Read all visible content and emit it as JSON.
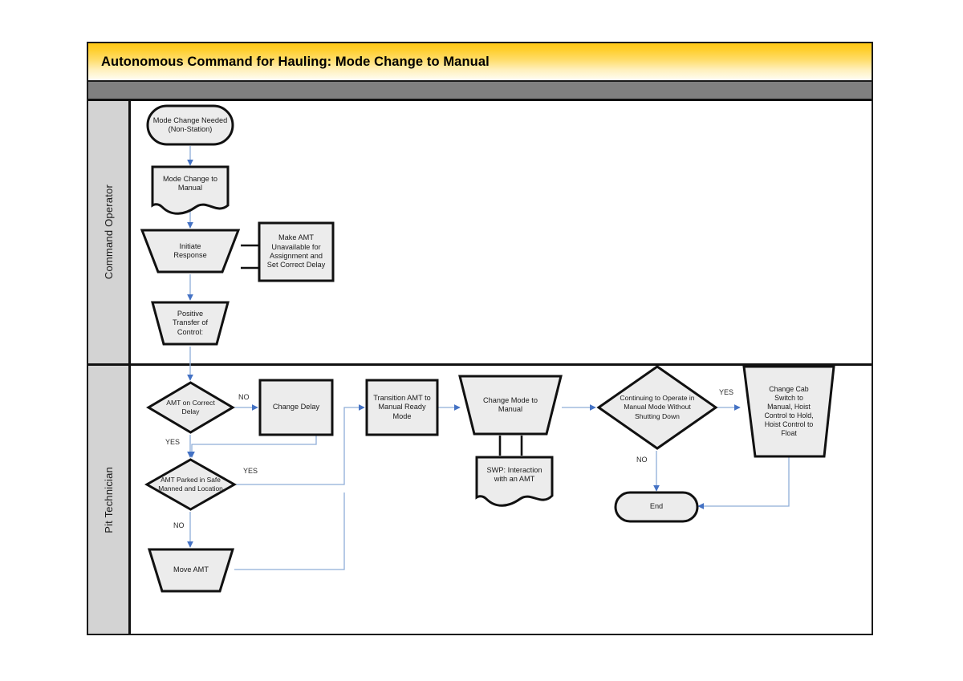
{
  "header": {
    "title": "Autonomous Command for Hauling: Mode Change to Manual",
    "accent_color": "#ffc715",
    "subtitle_bar_color": "#808080"
  },
  "lanes": [
    {
      "id": "command-operator",
      "label": "Command Operator"
    },
    {
      "id": "pit-technician",
      "label": "Pit Technician"
    }
  ],
  "palette": {
    "shape_fill": "#ececec",
    "shape_stroke": "#111111",
    "connector_line": "#8fadd8",
    "connector_arrow": "#4472c4",
    "lane_header_fill": "#d3d3d3"
  },
  "nodes": [
    {
      "id": "mode-change-needed",
      "lane": "command-operator",
      "shape": "terminator",
      "label": "Mode Change Needed\n(Non-Station)"
    },
    {
      "id": "mode-change-to-manual",
      "lane": "command-operator",
      "shape": "document",
      "label": "Mode Change to\nManual"
    },
    {
      "id": "initiate-response",
      "lane": "command-operator",
      "shape": "trapezoid",
      "label": "Initiate\nResponse"
    },
    {
      "id": "make-amt-unavailable",
      "lane": "command-operator",
      "shape": "process",
      "label": "Make AMT\nUnavailable for\nAssignment and\nSet Correct Delay"
    },
    {
      "id": "positive-transfer-of-control",
      "lane": "command-operator",
      "shape": "trapezoid",
      "label": "Positive\nTransfer of\nControl:"
    },
    {
      "id": "amt-on-correct-delay",
      "lane": "pit-technician",
      "shape": "decision",
      "label": "AMT on Correct\nDelay"
    },
    {
      "id": "change-delay",
      "lane": "pit-technician",
      "shape": "process",
      "label": "Change Delay"
    },
    {
      "id": "amt-parked-in-safe",
      "lane": "pit-technician",
      "shape": "decision",
      "label": "AMT Parked in Safe\nManned and Location"
    },
    {
      "id": "move-amt",
      "lane": "pit-technician",
      "shape": "trapezoid",
      "label": "Move AMT"
    },
    {
      "id": "transition-amt-to-manual-ready-mode",
      "lane": "pit-technician",
      "shape": "process",
      "label": "Transition AMT to\nManual Ready\nMode"
    },
    {
      "id": "change-mode-to-manual",
      "lane": "pit-technician",
      "shape": "trapezoid",
      "label": "Change Mode to\nManual"
    },
    {
      "id": "swp-interaction-with-an-amt",
      "lane": "pit-technician",
      "shape": "document",
      "label": "SWP: Interaction\nwith an AMT"
    },
    {
      "id": "continuing-to-operate",
      "lane": "pit-technician",
      "shape": "decision",
      "label": "Continuing to Operate in\nManual Mode Without\nShutting Down"
    },
    {
      "id": "change-cab-switch",
      "lane": "pit-technician",
      "shape": "trapezoid",
      "label": "Change Cab\nSwitch to\nManual, Hoist\nControl to Hold,\nHoist Control to\nFloat"
    },
    {
      "id": "end",
      "lane": "pit-technician",
      "shape": "terminator",
      "label": "End"
    }
  ],
  "edge_labels": [
    {
      "id": "no-correct-delay",
      "text": "NO"
    },
    {
      "id": "yes-correct-delay",
      "text": "YES"
    },
    {
      "id": "yes-parked-safe",
      "text": "YES"
    },
    {
      "id": "no-parked-safe",
      "text": "NO"
    },
    {
      "id": "yes-continuing",
      "text": "YES"
    },
    {
      "id": "no-continuing",
      "text": "NO"
    }
  ]
}
